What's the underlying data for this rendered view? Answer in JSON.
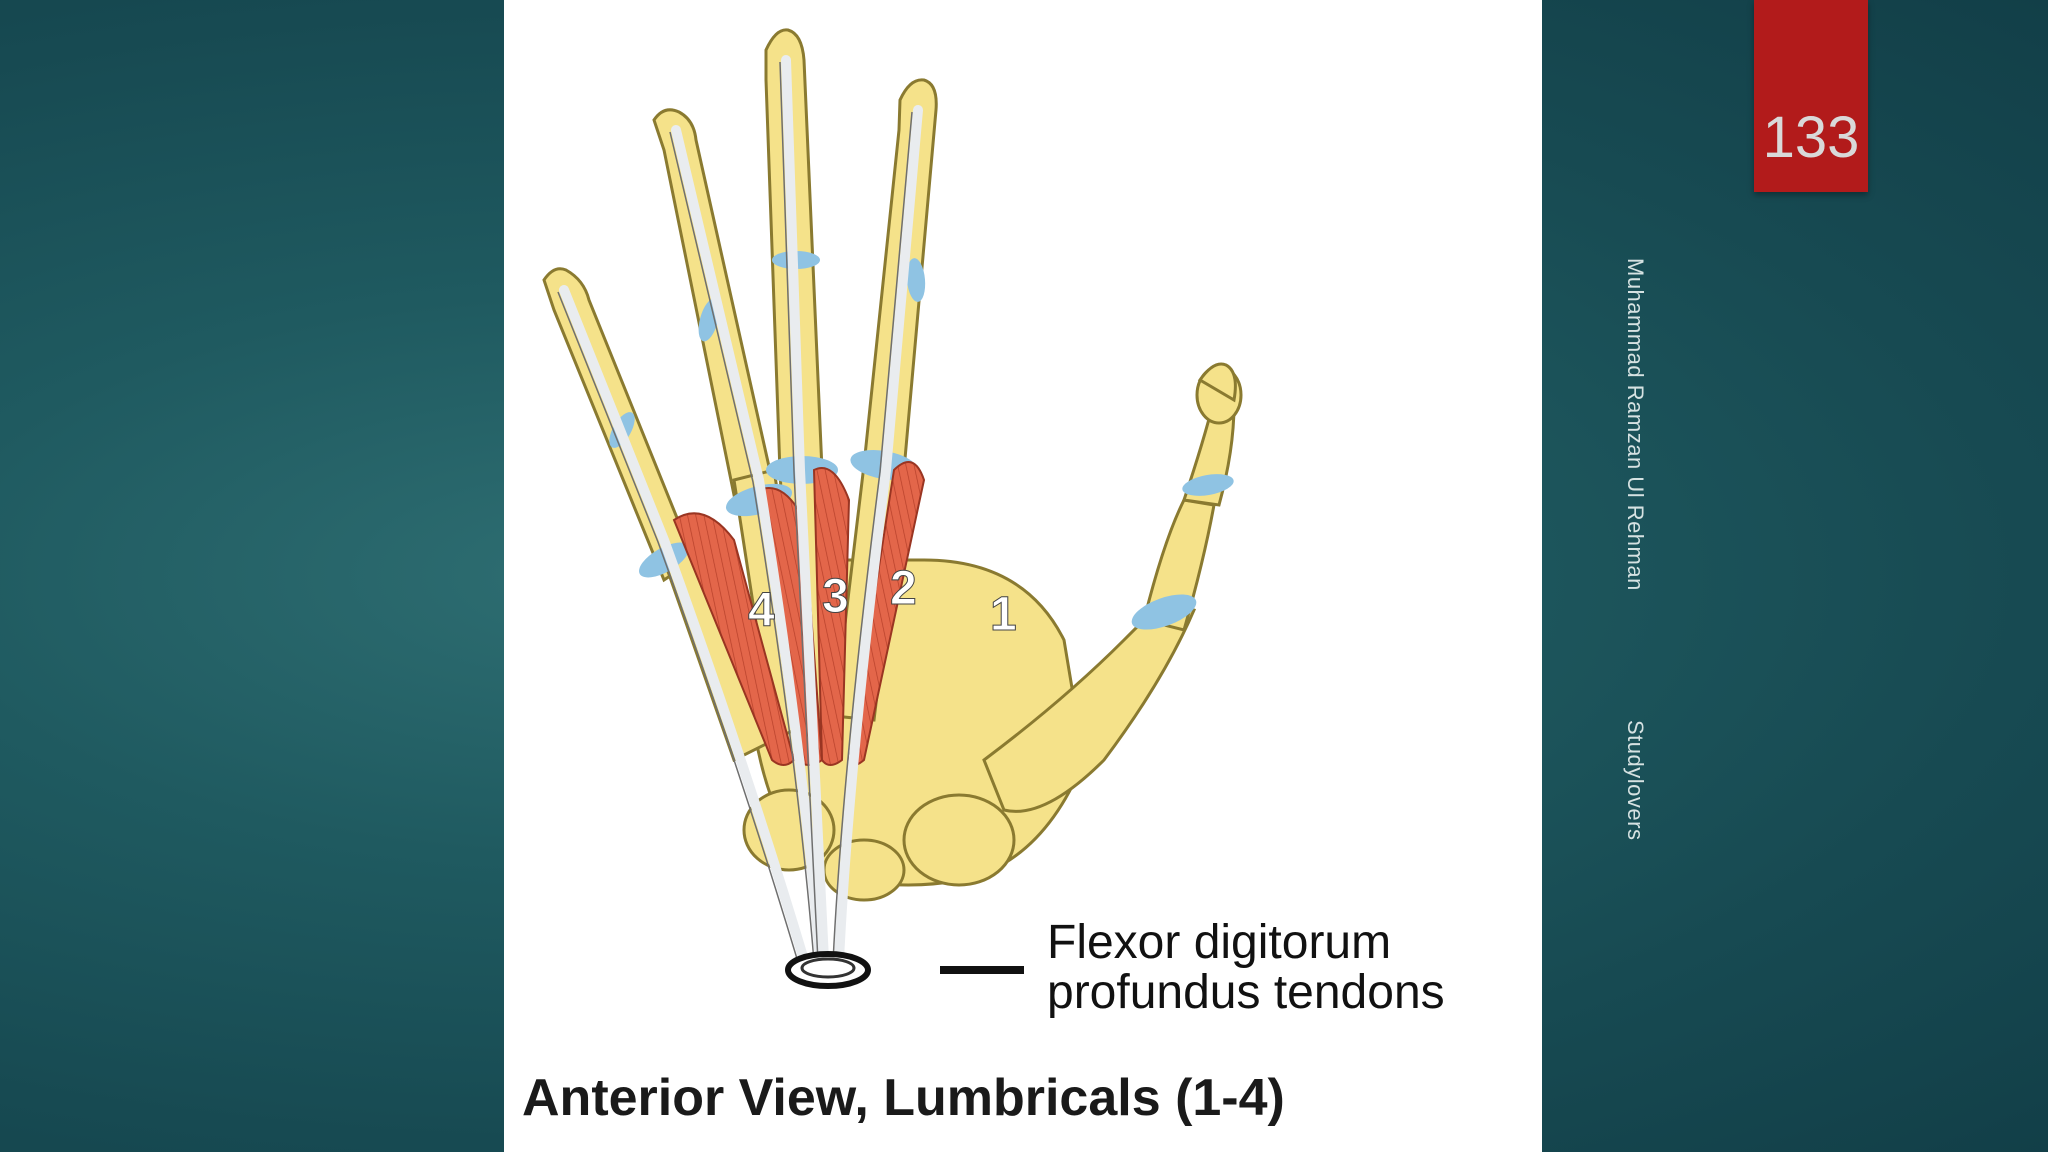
{
  "figure": {
    "caption": "Anterior View, Lumbricals (1-4)",
    "tendon_label_line1": "Flexor digitorum",
    "tendon_label_line2": "profundus tendons",
    "muscle_numbers": [
      "4",
      "3",
      "2",
      "1"
    ]
  },
  "slide": {
    "page_number": "133",
    "author": "Muhammad Ramzan Ul Rehman",
    "site": "Studylovers",
    "badge_color": "#b21b1b"
  }
}
